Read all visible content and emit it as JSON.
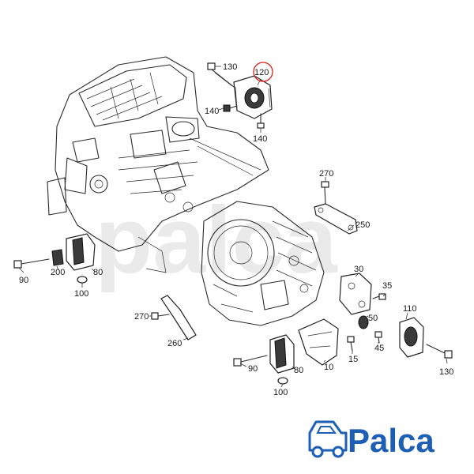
{
  "callouts": {
    "c130a": "130",
    "c120": "120",
    "c140a": "140",
    "c140b": "140",
    "c270a": "270",
    "c250": "250",
    "c90a": "90",
    "c200": "200",
    "c80a": "80",
    "c100a": "100",
    "c30": "30",
    "c35": "35",
    "c110": "110",
    "c270b": "270",
    "c50": "50",
    "c260": "260",
    "c45": "45",
    "c15": "15",
    "c10": "10",
    "c90b": "90",
    "c80b": "80",
    "c130b": "130",
    "c100b": "100"
  },
  "highlight_color": "#e0201c",
  "brand": {
    "name": "Palca",
    "color": "#1d5fb4",
    "icon": "delivery-car-icon"
  }
}
